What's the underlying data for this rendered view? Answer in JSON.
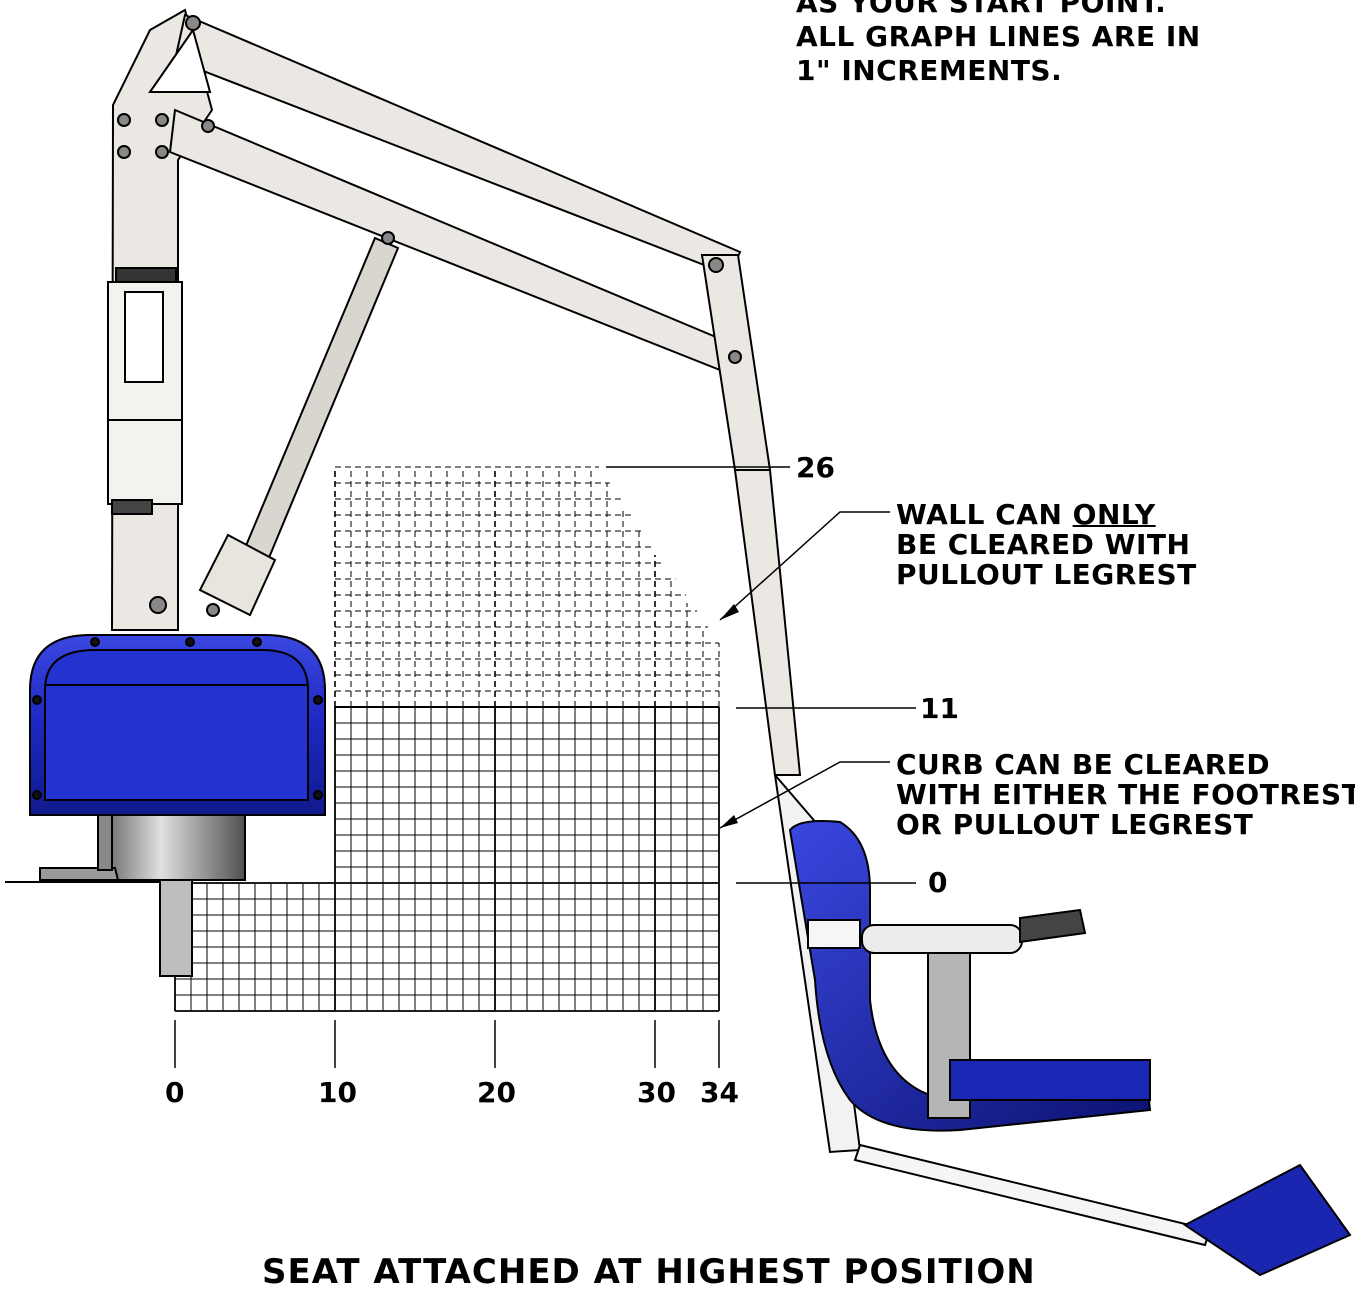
{
  "top_note": {
    "line1": "AS YOUR START POINT.",
    "line2": "ALL GRAPH LINES ARE IN",
    "line3": "1\" INCREMENTS."
  },
  "labels": {
    "wall": {
      "line1_pre": "WALL CAN ",
      "line1_emph": "ONLY",
      "line2": "BE CLEARED WITH",
      "line3": "PULLOUT LEGREST"
    },
    "curb": {
      "line1": "CURB CAN BE CLEARED",
      "line2": "WITH EITHER THE FOOTREST",
      "line3": "OR PULLOUT LEGREST"
    }
  },
  "y_markers": [
    "26",
    "11",
    "0"
  ],
  "x_ticks": [
    "0",
    "10",
    "20",
    "30",
    "34"
  ],
  "title": "SEAT ATTACHED AT HIGHEST POSITION",
  "colors": {
    "lift_blue": "#2230c8",
    "lift_blue_dark": "#101a80",
    "arm_beige": "#ebe7e2",
    "outline": "#000000"
  }
}
